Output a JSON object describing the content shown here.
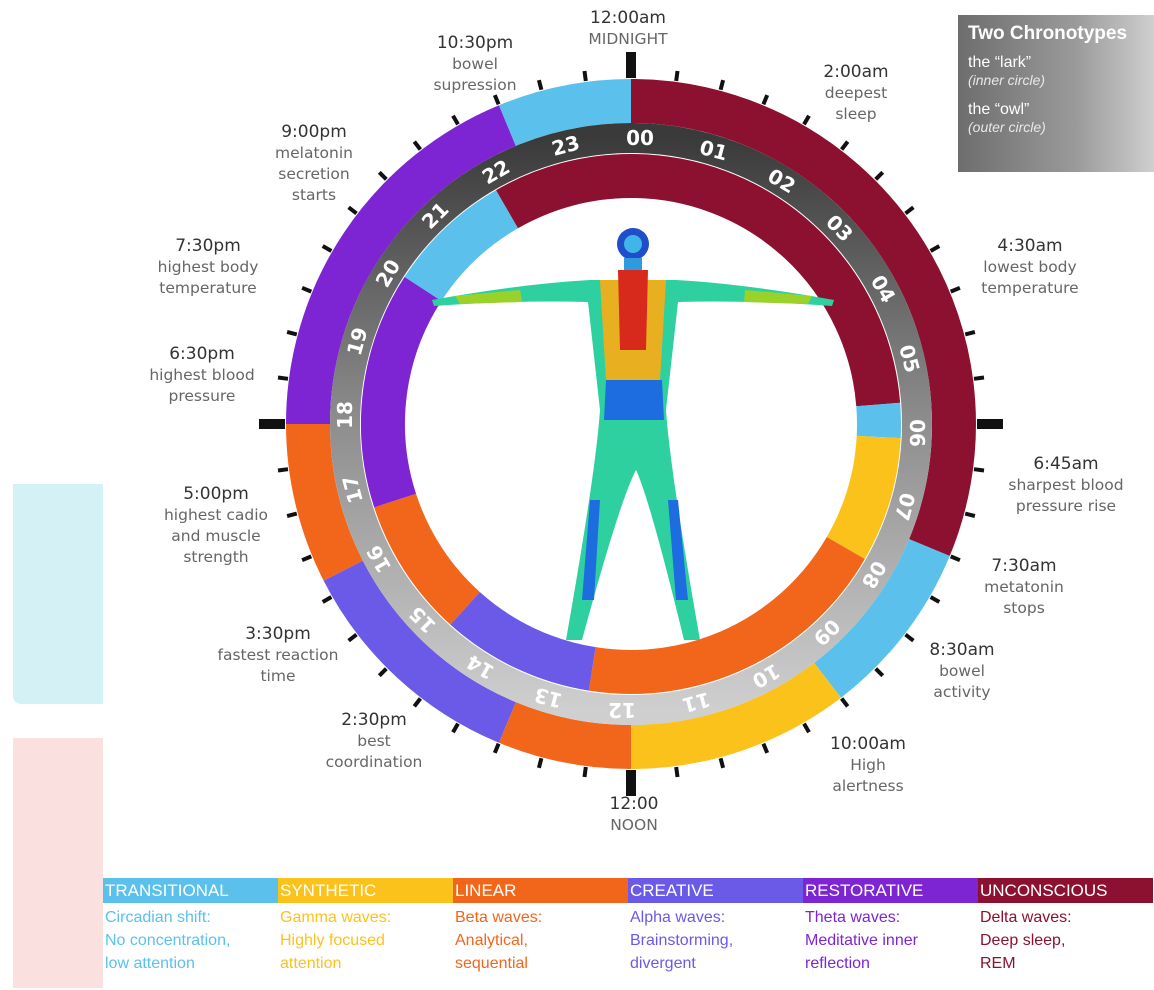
{
  "chronotypes": {
    "heading": "Two Chronotypes",
    "lark": "the “lark”",
    "lark_note": "(inner circle)",
    "owl": "the “owl”",
    "owl_note": "(outer circle)"
  },
  "colors": {
    "transitional": "#5bc1ec",
    "synthetic": "#fbc21c",
    "linear": "#f2661c",
    "creative": "#6b59e8",
    "restorative": "#7d25d3",
    "unconscious": "#8c1131"
  },
  "hours": [
    "00",
    "01",
    "02",
    "03",
    "04",
    "05",
    "06",
    "07",
    "08",
    "09",
    "10",
    "11",
    "12",
    "13",
    "14",
    "15",
    "16",
    "17",
    "18",
    "19",
    "20",
    "21",
    "22",
    "23"
  ],
  "outer_ring": [
    {
      "from": 0,
      "to": 7.5,
      "type": "unconscious"
    },
    {
      "from": 7.5,
      "to": 9.5,
      "type": "transitional"
    },
    {
      "from": 9.5,
      "to": 12,
      "type": "synthetic"
    },
    {
      "from": 12,
      "to": 13.5,
      "type": "linear"
    },
    {
      "from": 13.5,
      "to": 16.2,
      "type": "creative"
    },
    {
      "from": 16.2,
      "to": 18,
      "type": "linear"
    },
    {
      "from": 18,
      "to": 22.5,
      "type": "restorative"
    },
    {
      "from": 22.5,
      "to": 24,
      "type": "transitional"
    }
  ],
  "inner_ring": [
    {
      "from": 0,
      "to": 5.7,
      "type": "unconscious"
    },
    {
      "from": 5.7,
      "to": 6.2,
      "type": "transitional"
    },
    {
      "from": 6.2,
      "to": 8,
      "type": "synthetic"
    },
    {
      "from": 8,
      "to": 12.6,
      "type": "linear"
    },
    {
      "from": 12.6,
      "to": 14.8,
      "type": "creative"
    },
    {
      "from": 14.8,
      "to": 16.8,
      "type": "linear"
    },
    {
      "from": 16.8,
      "to": 20.2,
      "type": "restorative"
    },
    {
      "from": 20.2,
      "to": 22,
      "type": "transitional"
    },
    {
      "from": 22,
      "to": 24,
      "type": "unconscious"
    }
  ],
  "events": [
    {
      "time": "12:00am",
      "desc": [
        "MIDNIGHT"
      ]
    },
    {
      "time": "2:00am",
      "desc": [
        "deepest",
        "sleep"
      ]
    },
    {
      "time": "4:30am",
      "desc": [
        "lowest body",
        "temperature"
      ]
    },
    {
      "time": "6:45am",
      "desc": [
        "sharpest blood",
        "pressure rise"
      ]
    },
    {
      "time": "7:30am",
      "desc": [
        "metatonin",
        "stops"
      ]
    },
    {
      "time": "8:30am",
      "desc": [
        "bowel",
        "activity"
      ]
    },
    {
      "time": "10:00am",
      "desc": [
        "High",
        "alertness"
      ]
    },
    {
      "time": "12:00",
      "desc": [
        "NOON"
      ]
    },
    {
      "time": "2:30pm",
      "desc": [
        "best",
        "coordination"
      ]
    },
    {
      "time": "3:30pm",
      "desc": [
        "fastest reaction",
        "time"
      ]
    },
    {
      "time": "5:00pm",
      "desc": [
        "highest cadio",
        "and muscle",
        "strength"
      ]
    },
    {
      "time": "6:30pm",
      "desc": [
        "highest blood",
        "pressure"
      ]
    },
    {
      "time": "7:30pm",
      "desc": [
        "highest body",
        "temperature"
      ]
    },
    {
      "time": "9:00pm",
      "desc": [
        "melatonin",
        "secretion",
        "starts"
      ]
    },
    {
      "time": "10:30pm",
      "desc": [
        "bowel",
        "supression"
      ]
    }
  ],
  "legend": [
    {
      "type": "transitional",
      "title": "TRANSITIONAL",
      "lines": [
        "Circadian shift:",
        "No concentration,",
        "low attention"
      ]
    },
    {
      "type": "synthetic",
      "title": "SYNTHETIC",
      "lines": [
        "Gamma waves:",
        "Highly focused",
        "attention"
      ]
    },
    {
      "type": "linear",
      "title": "LINEAR",
      "lines": [
        "Beta  waves:",
        "Analytical,",
        "sequential"
      ]
    },
    {
      "type": "creative",
      "title": "CREATIVE",
      "lines": [
        "Alpha waves:",
        "Brainstorming,",
        "divergent"
      ]
    },
    {
      "type": "restorative",
      "title": "RESTORATIVE",
      "lines": [
        "Theta waves:",
        "Meditative inner",
        "reflection"
      ]
    },
    {
      "type": "unconscious",
      "title": "UNCONSCIOUS",
      "lines": [
        "Delta waves:",
        "Deep sleep,",
        "REM"
      ]
    }
  ]
}
